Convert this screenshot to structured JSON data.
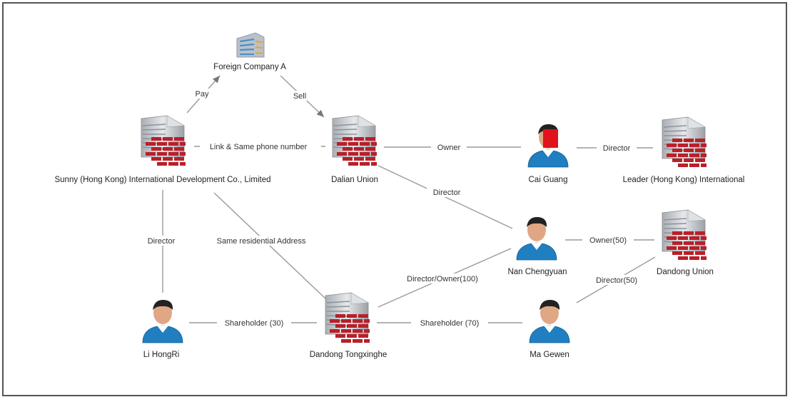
{
  "nodes": {
    "foreign_company": {
      "label": "Foreign Company A",
      "kind": "office"
    },
    "sunny": {
      "label": "Sunny (Hong Kong) International Development Co., Limited",
      "kind": "company"
    },
    "dalian": {
      "label": "Dalian Union",
      "kind": "company"
    },
    "cai": {
      "label": "Cai Guang",
      "kind": "person_red"
    },
    "leader": {
      "label": "Leader (Hong Kong) International",
      "kind": "company"
    },
    "nan": {
      "label": "Nan Chengyuan",
      "kind": "person"
    },
    "dandong_union": {
      "label": "Dandong Union",
      "kind": "company"
    },
    "li": {
      "label": "Li HongRi",
      "kind": "person"
    },
    "dandong_tong": {
      "label": "Dandong Tongxinghe",
      "kind": "company"
    },
    "ma": {
      "label": "Ma Gewen",
      "kind": "person"
    }
  },
  "edges": {
    "pay": "Pay",
    "sell": "Sell",
    "link_phone": "Link & Same phone number",
    "owner_cai": "Owner",
    "director_leader": "Director",
    "director_nan_dalian": "Director",
    "owner_nan_dandong_union": "Owner(50)",
    "director_sunny_li": "Director",
    "same_address": "Same residential Address",
    "director_owner_nan": "Director/Owner(100)",
    "director_ma_dandong_union": "Director(50)",
    "shareholder_li": "Shareholder (30)",
    "shareholder_ma": "Shareholder (70)"
  },
  "colors": {
    "brick": "#b8202a",
    "building": "#c9cdd2",
    "shirt": "#1f7fc0",
    "skin": "#e0a784",
    "hair": "#222222",
    "red_face": "#e0141a"
  }
}
